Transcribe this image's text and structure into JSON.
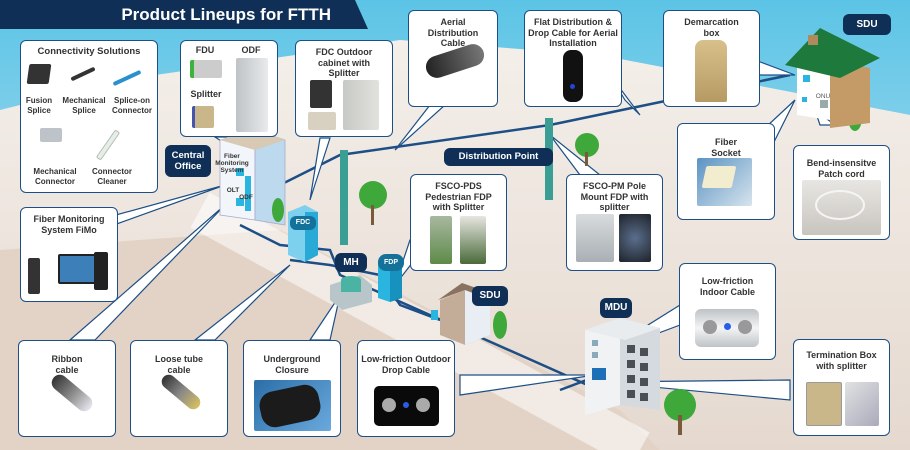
{
  "title": "Product Lineups for FTTH",
  "colors": {
    "sky": "#5cc4e6",
    "ground": "#e8ddd4",
    "navy": "#0f2f56",
    "line": "#1d4f86",
    "teal": "#1aa3c9",
    "roof": "#1e7a3c"
  },
  "locations": {
    "central_office": "Central Office",
    "distribution_point": "Distribution Point",
    "sdu_main": "SDU",
    "sdu_small": "SDU",
    "mdu": "MDU",
    "mh": "MH",
    "fdp": "FDP",
    "fdc": "FDC"
  },
  "building_labels": {
    "fiber_monitoring": "Fiber Monitoring System",
    "olt": "OLT",
    "odf": "ODF",
    "onu": "ONU"
  },
  "connectivity": {
    "heading": "Connectivity Solutions",
    "items": [
      {
        "label": "Fusion Splice"
      },
      {
        "label": "Mechanical Splice"
      },
      {
        "label": "Splice-on Connector"
      },
      {
        "label": "Mechanical Connector"
      },
      {
        "label": "Connector Cleaner"
      }
    ]
  },
  "fdu_box": {
    "fdu": "FDU",
    "odf": "ODF",
    "splitter": "Splitter"
  },
  "products": {
    "fdc_cabinet": "FDC Outdoor cabinet with Splitter",
    "aerial_cable": "Aerial Distribution Cable",
    "flat_cable": "Flat Distribution & Drop Cable for Aerial Installation",
    "demarcation": "Demarcation box",
    "fiber_socket": "Fiber Socket",
    "patch_cord": "Bend-insensitve Patch cord",
    "fimo": "Fiber Monitoring System FiMo",
    "fsco_pds": "FSCO-PDS Pedestrian FDP with Splitter",
    "fsco_pm": "FSCO-PM Pole Mount FDP with splitter",
    "indoor_cable": "Low-friction Indoor Cable",
    "termination_box": "Termination Box with splitter",
    "ribbon": "Ribbon cable",
    "loose_tube": "Loose tube cable",
    "underground": "Underground Closure",
    "outdoor_drop": "Low-friction Outdoor Drop Cable"
  }
}
